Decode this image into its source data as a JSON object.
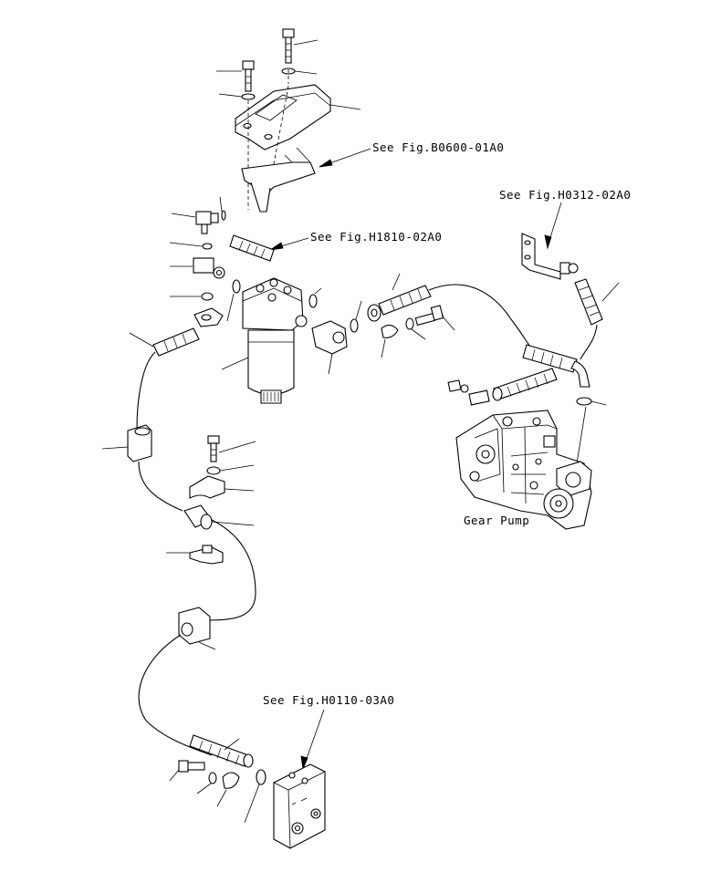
{
  "references": {
    "fig_b0600": "See Fig.B0600-01A0",
    "fig_h0312": "See Fig.H0312-02A0",
    "fig_h1810": "See Fig.H1810-02A0",
    "fig_h0110": "See Fig.H0110-03A0"
  },
  "labels": {
    "gear_pump": "Gear Pump"
  }
}
